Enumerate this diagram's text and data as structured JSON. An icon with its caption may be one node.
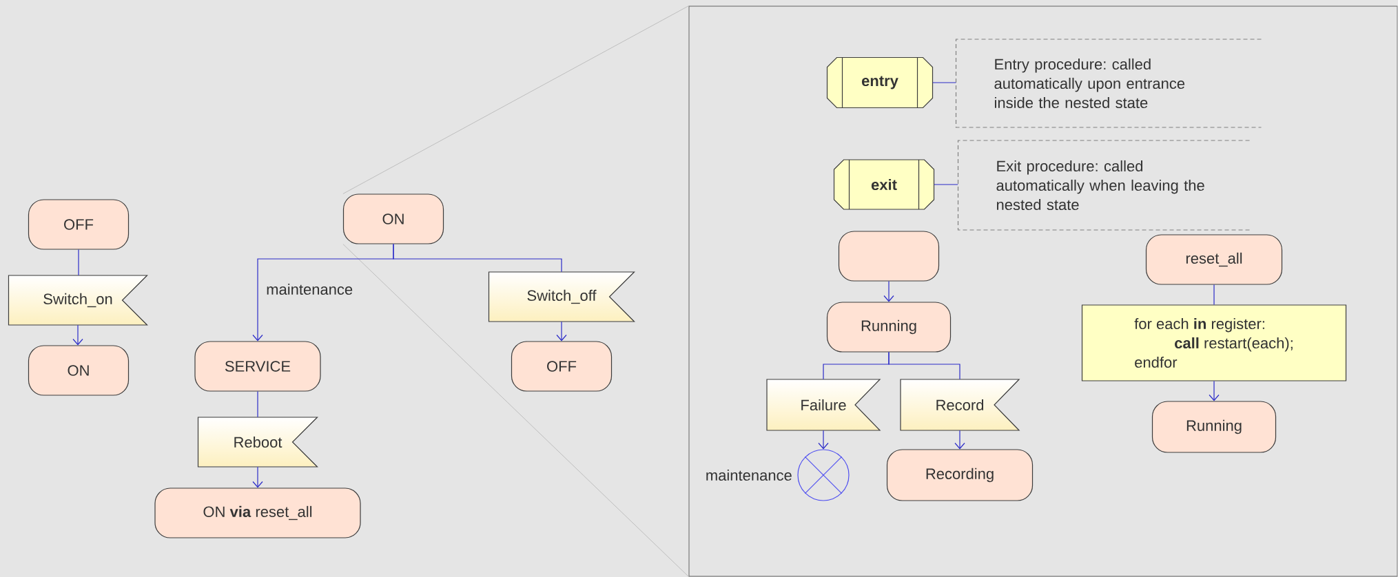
{
  "diagram": {
    "nodes": [
      {
        "text": [
          "OFF"
        ]
      },
      {
        "text": [
          "Switch_on"
        ]
      },
      {
        "text": [
          "ON"
        ]
      },
      {
        "text": [
          "ON"
        ]
      },
      {
        "text": [
          "SERVICE"
        ]
      },
      {
        "text": [
          "Switch_off"
        ]
      },
      {
        "text": [
          "OFF"
        ]
      },
      {
        "text": [
          "Reboot"
        ]
      },
      {
        "text": [
          "ON **via** reset_all"
        ]
      },
      {
        "text": [],
        "shape": "box"
      },
      {
        "text": [
          "entry"
        ],
        "in": 9
      },
      {
        "text": [
          "Entry procedure: called automatically upon entrance inside the nested state"
        ],
        "in": 9
      },
      {
        "text": [
          "exit"
        ],
        "in": 9
      },
      {
        "text": [
          "Exit procedure: called automatically when leaving the nested state"
        ],
        "in": 9
      },
      {
        "text": [],
        "shape": "box",
        "in": 9
      },
      {
        "text": [
          "Running"
        ],
        "in": 9
      },
      {
        "text": [
          "Failure"
        ],
        "in": 9
      },
      {
        "text": [
          "Record"
        ],
        "in": 9
      },
      {
        "text": [],
        "shape": "circle",
        "beside": [
          "maintenance"
        ],
        "in": 9
      },
      {
        "text": [
          "Recording"
        ],
        "in": 9
      },
      {
        "text": [
          "reset_all"
        ],
        "in": 9
      },
      {
        "text": [
          "for each **in** register:",
          "**call** restart(each);",
          "endfor"
        ],
        "in": 9
      },
      {
        "text": [
          "Running"
        ],
        "in": 9
      }
    ],
    "edges": [
      {
        "from": 3,
        "to": 9,
        "arrow": "none",
        "color": "#b4b4b4"
      },
      {
        "from": 3,
        "to": 9,
        "arrow": "none",
        "color": "#b4b4b4"
      },
      {
        "from": 0,
        "to": 1,
        "arrow": "none"
      },
      {
        "from": 1,
        "to": 2,
        "arrow": "to"
      },
      {
        "from": 3,
        "to": 4,
        "arrow": "to",
        "label": "maintenance"
      },
      {
        "from": 3,
        "to": 5,
        "arrow": "none"
      },
      {
        "from": 5,
        "to": 6,
        "arrow": "to"
      },
      {
        "from": 4,
        "to": 7,
        "arrow": "none"
      },
      {
        "from": 7,
        "to": 8,
        "arrow": "to"
      },
      {
        "from": 10,
        "to": 11,
        "arrow": "none"
      },
      {
        "from": 12,
        "to": 13,
        "arrow": "none"
      },
      {
        "from": 14,
        "to": 15,
        "arrow": "to"
      },
      {
        "from": 15,
        "to": 16,
        "arrow": "none"
      },
      {
        "from": 15,
        "to": 17,
        "arrow": "none"
      },
      {
        "from": 16,
        "to": 18,
        "arrow": "to"
      },
      {
        "from": 17,
        "to": 19,
        "arrow": "to"
      },
      {
        "from": 20,
        "to": 21,
        "arrow": "none"
      },
      {
        "from": 21,
        "to": 22,
        "arrow": "to"
      }
    ]
  }
}
